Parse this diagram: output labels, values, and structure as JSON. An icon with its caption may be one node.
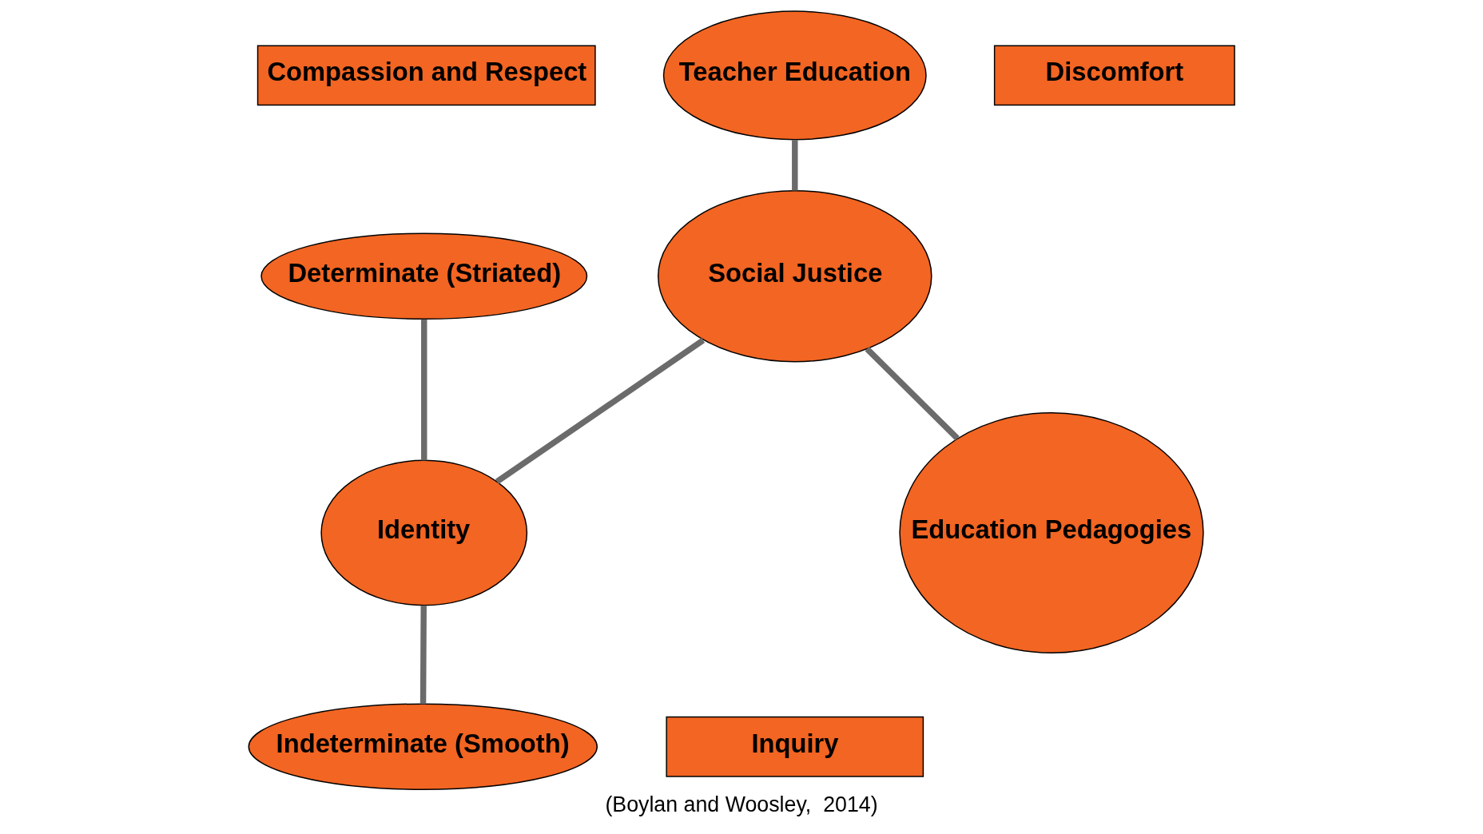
{
  "diagram": {
    "caption": "(Boylan and Woosley,  2014)",
    "nodes": [
      {
        "text": [
          "Teacher Education"
        ]
      },
      {
        "text": [
          "Compassion and Respect"
        ]
      },
      {
        "text": [
          "Discomfort"
        ]
      },
      {
        "text": [
          "Determinate (Striated)"
        ]
      },
      {
        "text": [
          "Social Justice"
        ]
      },
      {
        "text": [
          "Education Pedagogies"
        ]
      },
      {
        "text": [
          "Identity"
        ]
      },
      {
        "text": [
          "Inquiry"
        ]
      },
      {
        "text": [
          "Indeterminate (Smooth)"
        ]
      }
    ],
    "edges": [
      {
        "from": 0,
        "to": 4,
        "arrow": "none"
      },
      {
        "from": 5,
        "to": 4,
        "arrow": "none"
      },
      {
        "from": 4,
        "to": 6,
        "arrow": "none"
      },
      {
        "from": 3,
        "to": 6,
        "arrow": "none"
      },
      {
        "from": 6,
        "to": 8,
        "arrow": "none"
      }
    ]
  }
}
